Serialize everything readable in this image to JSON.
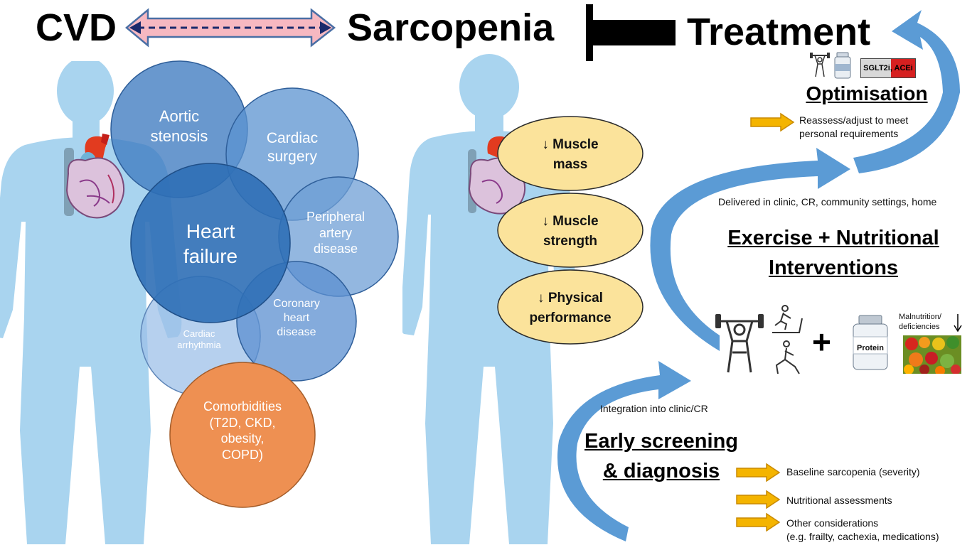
{
  "header": {
    "cvd": "CVD",
    "sarcopenia": "Sarcopenia",
    "treatment": "Treatment"
  },
  "cvd_conditions": {
    "aortic_stenosis": "Aortic\nstenosis",
    "cardiac_surgery": "Cardiac\nsurgery",
    "heart_failure": "Heart\nfailure",
    "peripheral_artery_disease": "Peripheral\nartery\ndisease",
    "coronary_heart_disease": "Coronary\nheart\ndisease",
    "cardiac_arrhythmia": "Cardiac\narrhythmia",
    "comorbidities": "Comorbidities\n(T2D, CKD,\nobesity,\nCOPD)"
  },
  "sarcopenia_features": {
    "muscle_mass": "↓ Muscle\nmass",
    "muscle_strength": "↓ Muscle\nstrength",
    "physical_performance": "↓ Physical\nperformance"
  },
  "optimisation": {
    "title": "Optimisation",
    "badge": "SGLT2i, ACEi",
    "note": "Reassess/adjust to meet\npersonal requirements"
  },
  "delivery_note": "Delivered in clinic, CR, community settings, home",
  "interventions": {
    "title": "Exercise + Nutritional\nInterventions",
    "plus": "+",
    "protein_label": "Protein",
    "malnutrition_label": "Malnutrition/\ndeficiencies"
  },
  "integration_note": "Integration into clinic/CR",
  "screening": {
    "title": "Early screening\n& diagnosis",
    "items": [
      "Baseline sarcopenia (severity)",
      "Nutritional assessments",
      "Other considerations\n(e.g. frailty, cachexia, medications)"
    ]
  },
  "colors": {
    "body": "#a9d4ef",
    "circle_blue": "#4f86c6",
    "circle_dark": "#2e6db4",
    "comorbidity": "#ee9052",
    "ellipse": "#fbe39b",
    "arc": "#5b9bd5",
    "arrow_yellow": "#f4b400",
    "header_arrow": "#f6b8c1"
  },
  "icons": [
    "heart-icon",
    "weightlifter-icon",
    "treadmill-icon",
    "stretching-icon",
    "protein-bottle-icon",
    "vegetables-icon",
    "pill-bottle-icon"
  ]
}
